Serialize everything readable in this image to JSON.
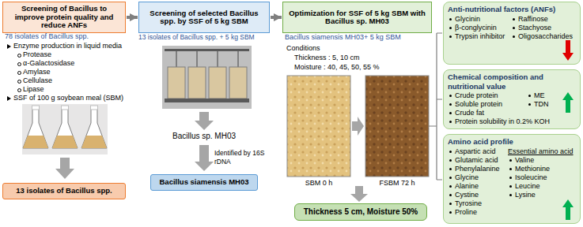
{
  "diagram": {
    "nodes": [
      {
        "text": [
          "Screening of Bacillus to improve protein quality and reduce ANFs"
        ]
      },
      {
        "text": [
          "13 isolates of Bacillus spp."
        ]
      },
      {
        "text": [
          "Screening of selected Bacillus spp. by SSF of 5 kg SBM"
        ]
      },
      {
        "text": [
          "Bacillus siamensis MH03"
        ]
      },
      {
        "text": [
          "Optimization for SSF of 5 kg SBM with Bacillus sp. MH03"
        ]
      },
      {
        "text": [
          "Thickness 5 cm, Moisture 50%"
        ]
      },
      {
        "text": [
          "Anti-nutritional factors (ANFs)",
          "Glycinin",
          "β-conglycinin",
          "Trypsin inhibitor",
          "Raffinose",
          "Stachyose",
          "Oligosaccharides"
        ]
      },
      {
        "text": [
          "Chemical composition and nutritional value",
          "Crude protein",
          "Soluble protein",
          "Crude fat",
          "Protein solubility in 0.2% KOH",
          "ME",
          "TDN"
        ]
      },
      {
        "text": [
          "Amino acid profile",
          "Aspartic acid",
          "Glutamic acid",
          "Phenylalanine",
          "Glycine",
          "Alanine",
          "Cystine",
          "Tyrosine",
          "Proline",
          "Essential amino acid",
          "Valine",
          "Methionine",
          "Isoleucine",
          "Leucine",
          "Lysine"
        ]
      }
    ],
    "edges": [
      {
        "from": 0,
        "to": 2,
        "arrow": "to"
      },
      {
        "from": 2,
        "to": 4,
        "arrow": "to"
      }
    ],
    "labels": [
      "78 isolates of Bacillus spp.",
      "Enzyme production in liquid media",
      "Protease",
      "α-Galactosidase",
      "Amylase",
      "Cellulase",
      "Lipase",
      "SSF of 100 g soybean meal (SBM)",
      "13 isolates of Bacillus spp. + 5 kg SBM",
      "Bacillus sp. MH03",
      "Identified by 16S rDNA",
      "Bacillus siamensis MH03+ 5 kg SBM",
      "Conditions",
      "Thickness : 5, 10 cm",
      "Moisture : 40, 45, 50, 55 %",
      "SBM 0 h",
      "FSBM 72 h"
    ]
  }
}
